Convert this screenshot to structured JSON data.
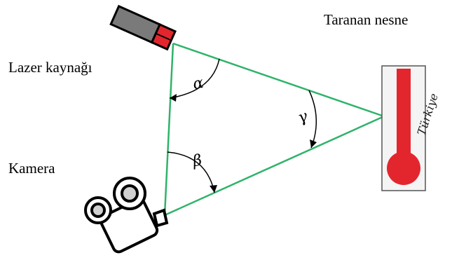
{
  "labels": {
    "laser_source": "Lazer kaynağı",
    "camera": "Kamera",
    "scanned_object": "Taranan nesne"
  },
  "angles": {
    "alpha": "α",
    "beta": "β",
    "gamma": "γ"
  },
  "object_text": "Türkiye",
  "colors": {
    "beam": "#2fb36a",
    "laser_body": "#7a7a7a",
    "laser_tip": "#e3262e",
    "object": "#e3262e"
  }
}
